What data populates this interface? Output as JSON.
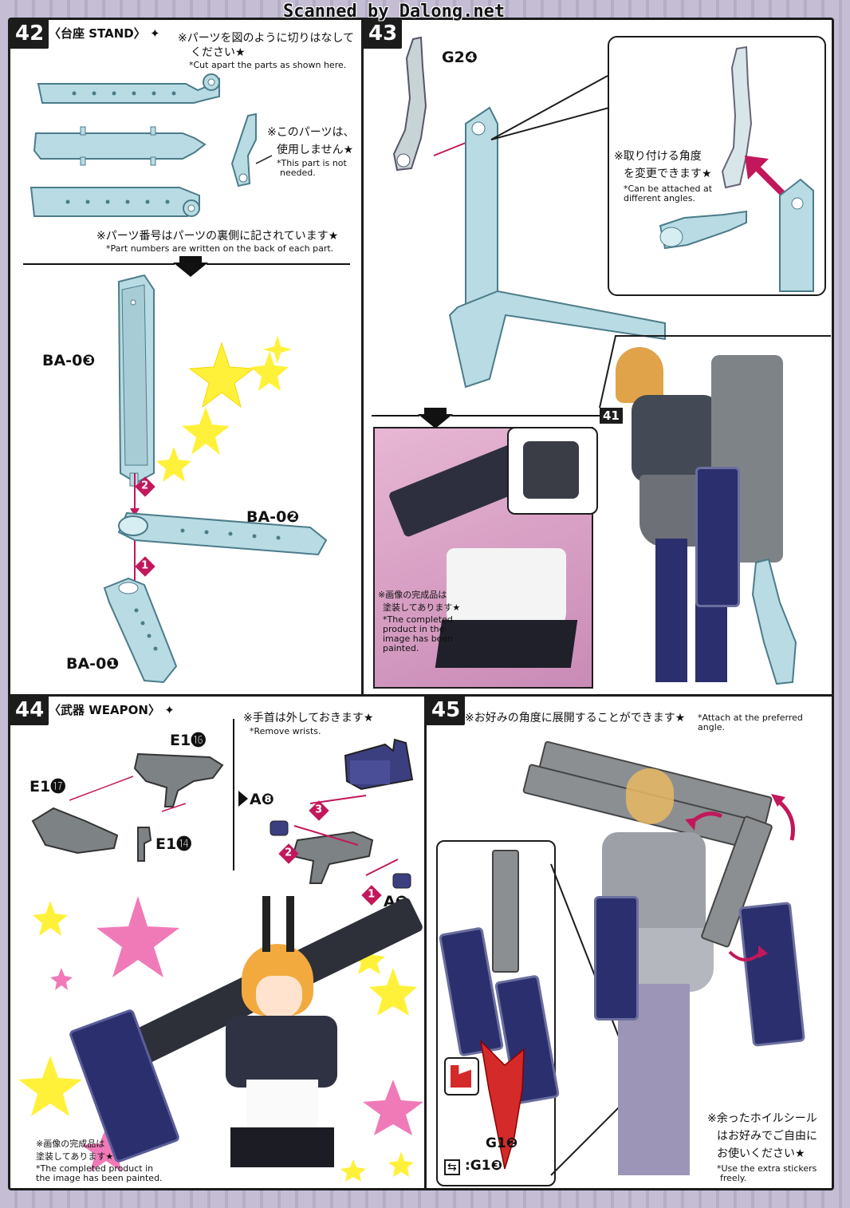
{
  "watermark": "Scanned by Dalong.net",
  "step42": {
    "number": "42",
    "title_jp": "〈台座",
    "title_en": "STAND〉",
    "cut_note_jp": "※パーツを図のように切りはなして",
    "cut_note_jp2": "ください★",
    "cut_note_en": "*Cut apart the parts as shown here.",
    "unused_note_jp": "※このパーツは、",
    "unused_note_jp2": "使用しません★",
    "unused_note_en": "*This part is not",
    "unused_note_en2": "needed.",
    "partnum_note_jp": "※パーツ番号はパーツの裏側に記されています★",
    "partnum_note_en": "*Part numbers are written on the back of each part.",
    "part_ba03": "BA-0❸",
    "part_ba02": "BA-0❷",
    "part_ba01": "BA-0❶",
    "order_1": "1",
    "order_2": "2"
  },
  "step43": {
    "number": "43",
    "part_g24": "G2❹",
    "angle_note_jp": "※取り付ける角度",
    "angle_note_jp2": "を変更できます★",
    "angle_note_en": "*Can be attached at",
    "angle_note_en2": "different angles.",
    "ref_step": "41",
    "painted_note_jp": "※画像の完成品は",
    "painted_note_jp2": "塗装してあります★",
    "painted_note_en": "*The completed",
    "painted_note_en2": "product in the",
    "painted_note_en3": "image has been",
    "painted_note_en4": "painted."
  },
  "step44": {
    "number": "44",
    "title_jp": "〈武器",
    "title_en": "WEAPON〉",
    "part_e116": "E1⓰",
    "part_e117": "E1⓱",
    "part_e114": "E1⓮",
    "wrist_note_jp": "※手首は外しておきます★",
    "wrist_note_en": "*Remove wrists.",
    "part_a8": "A❽",
    "part_a7": "A❼",
    "order_1": "1",
    "order_2": "2",
    "order_3": "3",
    "painted_note_jp": "※画像の完成品は",
    "painted_note_jp2": "塗装してあります★",
    "painted_note_en": "*The completed product in",
    "painted_note_en2": "the image has been painted."
  },
  "step45": {
    "number": "45",
    "note_jp": "※お好みの角度に展開することができます★",
    "note_en": "*Attach at the preferred angle.",
    "part_g12": "G1❷",
    "part_g13": ":G1❸",
    "sticker_note_jp": "※余ったホイルシール",
    "sticker_note_jp2": "はお好みでご自由に",
    "sticker_note_jp3": "お使いください★",
    "sticker_note_en": "*Use the extra stickers",
    "sticker_note_en2": "freely."
  },
  "colors": {
    "part_blue": "#b9dbe3",
    "part_outline": "#4b7c8a",
    "arrow_pink": "#c2185b",
    "step_black": "#1c1c1c",
    "star_yellow": "#fff13a",
    "star_pink": "#f07ab8",
    "armor_navy": "#2b2f6e",
    "gray_part": "#8c8f92",
    "red_part": "#d42a2a"
  }
}
